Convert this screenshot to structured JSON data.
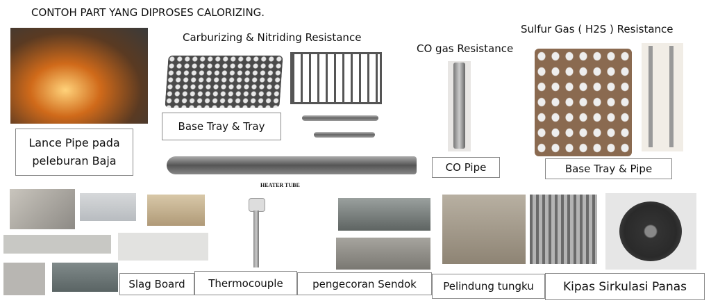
{
  "title": "CONTOH PART YANG DIPROSES CALORIZING.",
  "sections": {
    "carburizing": "Carburizing & Nitriding Resistance",
    "co_gas": "CO gas Resistance",
    "sulfur": "Sulfur Gas ( H2S ) Resistance"
  },
  "labels": {
    "lance_pipe": "Lance Pipe pada peleburan Baja",
    "base_tray_tray": "Base Tray & Tray",
    "heater_tube": "HEATER TUBE",
    "co_pipe": "CO Pipe",
    "base_tray_pipe": "Base Tray & Pipe",
    "slag_board": "Slag Board",
    "thermocouple": "Thermocouple",
    "pengecoran_sendok": "pengecoran Sendok",
    "pelindung_tungku": "Pelindung tungku",
    "kipas": "Kipas Sirkulasi Panas"
  }
}
